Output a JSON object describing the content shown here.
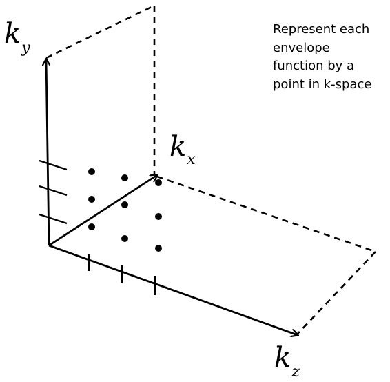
{
  "axes": {
    "ky": {
      "main": "k",
      "sub": "y"
    },
    "kx": {
      "main": "k",
      "sub": "x"
    },
    "kz": {
      "main": "k",
      "sub": "z"
    }
  },
  "caption": {
    "lines": [
      "Represent each",
      "envelope",
      "function by a",
      "point in k-space"
    ]
  },
  "colors": {
    "ink": "#000000",
    "background": "#ffffff"
  }
}
